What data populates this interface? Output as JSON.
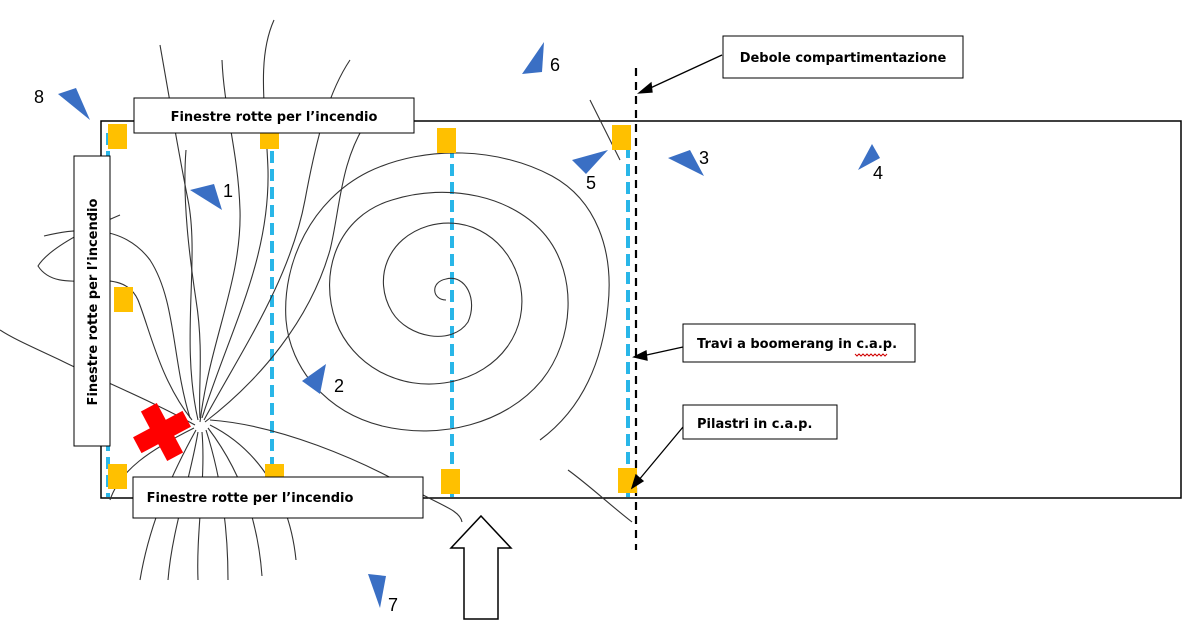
{
  "labels": {
    "window_top": "Finestre rotte per l’incendio",
    "window_left": "Finestre rotte per l’incendio",
    "window_bottom": "Finestre rotte per l’incendio",
    "weak_compartment": "Debole compartimentazione",
    "boomerang_beams": "Travi a boomerang in c.a.p.",
    "pillars": "Pilastri in c.a.p."
  },
  "viewpoints": [
    "1",
    "2",
    "3",
    "4",
    "5",
    "6",
    "7",
    "8"
  ],
  "colors": {
    "pillar": "#FFC000",
    "beam_line": "#29B6E8",
    "viewpoint_marker": "#3A6FC4",
    "origin_cross": "#FF0000",
    "outline": "#000000"
  },
  "icons": {
    "origin": "red-cross-icon",
    "entrance": "up-arrow-icon",
    "viewpoint": "camera-direction-icon"
  }
}
